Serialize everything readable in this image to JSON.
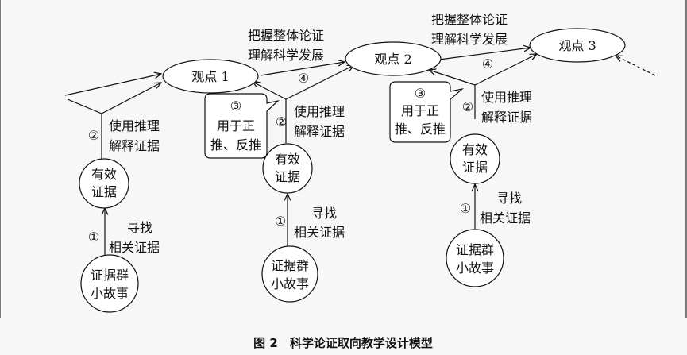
{
  "nodes": {
    "view1": "观点 1",
    "view2": "观点 2",
    "view3": "观点 3",
    "evidence1": [
      "有效",
      "证据"
    ],
    "evidence2": [
      "有效",
      "证据"
    ],
    "evidence3": [
      "有效",
      "证据"
    ],
    "story1": [
      "证据群",
      "小故事"
    ],
    "story2": [
      "证据群",
      "小故事"
    ],
    "story3": [
      "证据群",
      "小故事"
    ]
  },
  "steps": {
    "s1": "①",
    "s2": "②",
    "s3": "③",
    "s4": "④"
  },
  "labels": {
    "find_evidence": [
      "寻找",
      "相关证据"
    ],
    "use_reasoning": [
      "使用推理",
      "解释证据"
    ],
    "grasp_whole": [
      "把握整体论证",
      "理解科学发展"
    ],
    "callout": [
      "用于正",
      "推、反推"
    ]
  },
  "caption": "图 2　科学论证取向教学设计模型"
}
